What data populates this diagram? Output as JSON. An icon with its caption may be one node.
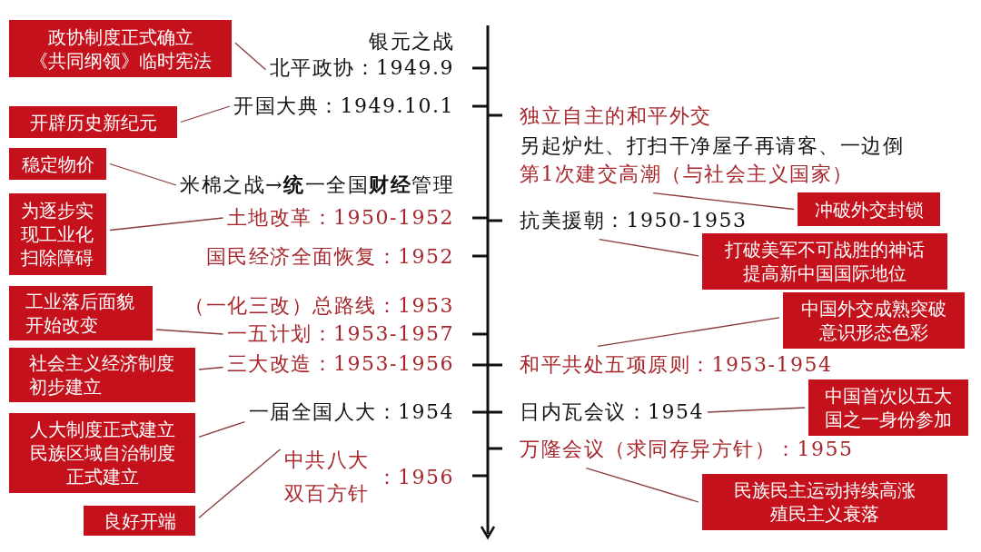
{
  "diagram": {
    "nodes": [
      {
        "text": [
          "政协制度正式确立《共同纲领》临时宪法"
        ]
      },
      {
        "text": [
          "北平政协：1949.9"
        ]
      },
      {
        "text": [
          "开辟历史新纪元"
        ]
      },
      {
        "text": [
          "开国大典：1949.10.1"
        ]
      },
      {
        "text": [
          "稳定物价"
        ]
      },
      {
        "text": [
          "米棉之战→**统**一全国**财经**管理"
        ]
      },
      {
        "text": [
          "为逐步实现工业化扫除障碍"
        ]
      },
      {
        "text": [
          "土地改革：1950-1952"
        ]
      },
      {
        "text": [
          "工业落后面貌开始改变"
        ]
      },
      {
        "text": [
          "一五计划：1953-1957"
        ]
      },
      {
        "text": [
          "社会主义经济制度初步建立"
        ]
      },
      {
        "text": [
          "三大改造：1953-1956"
        ]
      },
      {
        "text": [
          "人大制度正式建立民族区域自治制度正式建立"
        ]
      },
      {
        "text": [
          "一届全国人大：1954"
        ]
      },
      {
        "text": [
          "中共八大双百方针",
          "：1956"
        ]
      },
      {
        "text": [
          "良好开端"
        ]
      },
      {
        "text": [
          "第1次建交高潮（与社会主义国家）"
        ]
      },
      {
        "text": [
          "冲破外交封锁"
        ]
      },
      {
        "text": [
          "抗美援朝：1950-1953"
        ]
      },
      {
        "text": [
          "打破美军不可战胜的神话提高新中国国际地位"
        ]
      },
      {
        "text": [
          "中国外交成熟突破意识形态色彩"
        ]
      },
      {
        "text": [
          "和平共处五项原则：1953-1954"
        ]
      },
      {
        "text": [
          "日内瓦会议：1954"
        ]
      },
      {
        "text": [
          "中国首次以五大国之一身份参加"
        ]
      },
      {
        "text": [
          "万隆会议（求同存异方针）：1955"
        ]
      },
      {
        "text": [
          "民族民主运动持续高涨殖民主义衰落"
        ]
      }
    ],
    "edges": [
      {
        "from": 0,
        "to": 1,
        "arrow": "none"
      },
      {
        "from": 2,
        "to": 3,
        "arrow": "none"
      },
      {
        "from": 4,
        "to": 5,
        "arrow": "none"
      },
      {
        "from": 6,
        "to": 7,
        "arrow": "none"
      },
      {
        "from": 8,
        "to": 9,
        "arrow": "none"
      },
      {
        "from": 10,
        "to": 11,
        "arrow": "none"
      },
      {
        "from": 12,
        "to": 13,
        "arrow": "none"
      },
      {
        "from": 15,
        "to": 14,
        "arrow": "none"
      },
      {
        "from": 16,
        "to": 17,
        "arrow": "none"
      },
      {
        "from": 18,
        "to": 19,
        "arrow": "none"
      },
      {
        "from": 20,
        "to": 21,
        "arrow": "none"
      },
      {
        "from": 22,
        "to": 23,
        "arrow": "none"
      },
      {
        "from": 24,
        "to": 25,
        "arrow": "none"
      }
    ],
    "labels": [
      "银元之战",
      "国民经济全面恢复：1952",
      "（一化三改）总路线：1953",
      "独立自主的和平外交",
      "另起炉灶、打扫干净屋子再请客、一边倒"
    ]
  }
}
